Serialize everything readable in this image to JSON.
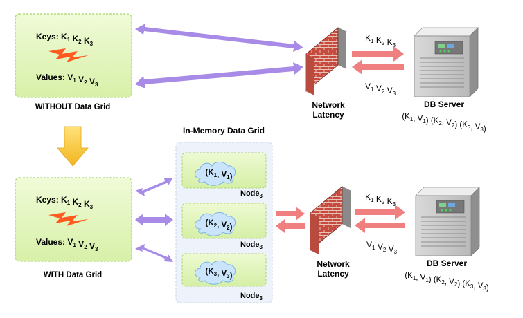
{
  "top": {
    "app": {
      "keys_label": "Keys:",
      "values_label": "Values:",
      "keys": [
        "K1",
        "K2",
        "K3"
      ],
      "values": [
        "V1",
        "V2",
        "V3"
      ],
      "caption": "WITHOUT Data Grid"
    },
    "firewall": {
      "line1": "Network",
      "line2": "Latency"
    },
    "request_keys": [
      "K1",
      "K2",
      "K3"
    ],
    "response_values": [
      "V1",
      "V2",
      "V3"
    ],
    "db": {
      "title": "DB Server",
      "pairs": [
        "(K1, V1)",
        "(K2, V2)",
        "(K3, V3)"
      ]
    }
  },
  "bottom": {
    "app": {
      "keys_label": "Keys:",
      "values_label": "Values:",
      "keys": [
        "K1",
        "K2",
        "K3"
      ],
      "values": [
        "V1",
        "V2",
        "V3"
      ],
      "caption": "WITH Data Grid"
    },
    "grid": {
      "title": "In-Memory Data Grid",
      "nodes": [
        {
          "entry": "(K1, V1)",
          "label": "Node3"
        },
        {
          "entry": "(K2, V2)",
          "label": "Node3"
        },
        {
          "entry": "(K3, V3)",
          "label": "Node3"
        }
      ]
    },
    "firewall": {
      "line1": "Network",
      "line2": "Latency"
    },
    "request_keys": [
      "K1",
      "K2",
      "K3"
    ],
    "response_values": [
      "V1",
      "V2",
      "V3"
    ],
    "db": {
      "title": "DB Server",
      "pairs": [
        "(K1, V1)",
        "(K2, V2)",
        "(K3, V3)"
      ]
    }
  },
  "colors": {
    "app_box_fill": "#dff5b4",
    "app_box_border": "#a8d36a",
    "grid_fill": "#eef3fb",
    "node_fill": "#dff5b4",
    "cloud_fill": "#c9e4fb",
    "cloud_stroke": "#7ab2e6",
    "purple_arrow": "#a78be6",
    "red_arrow": "#f07f7f",
    "brick": "#c2473c",
    "bolt": "#ff5a1f",
    "down_arrow": "#f5c430"
  }
}
